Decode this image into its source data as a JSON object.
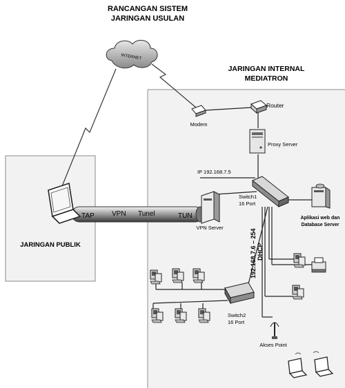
{
  "title_line1": "RANCANGAN SISTEM",
  "title_line2": "JARINGAN USULAN",
  "internal_title_line1": "JARINGAN INTERNAL",
  "internal_title_line2": "MEDIATRON",
  "public_network_label": "JARINGAN PUBLIK",
  "cloud_label": "INTERNET",
  "modem_label": "Modem",
  "router_label": "Router",
  "proxy_label": "Proxy Server",
  "ip_label": "IP 192.168.7.5",
  "switch1_line1": "Switch1",
  "switch1_line2": "16 Port",
  "switch2_line1": "Switch2",
  "switch2_line2": "16 Port",
  "vpn_server_label": "VPN Server",
  "tunnel": {
    "left": "TAP",
    "word1": "VPN",
    "word2": "Tunel",
    "right": "TUN"
  },
  "dhcp_line1": "192.168.7.6 – 254",
  "dhcp_line2": "DHCP",
  "app_server_line1": "Aplikasi web dan",
  "app_server_line2": "Database Server",
  "access_point_label": "Akses Point"
}
